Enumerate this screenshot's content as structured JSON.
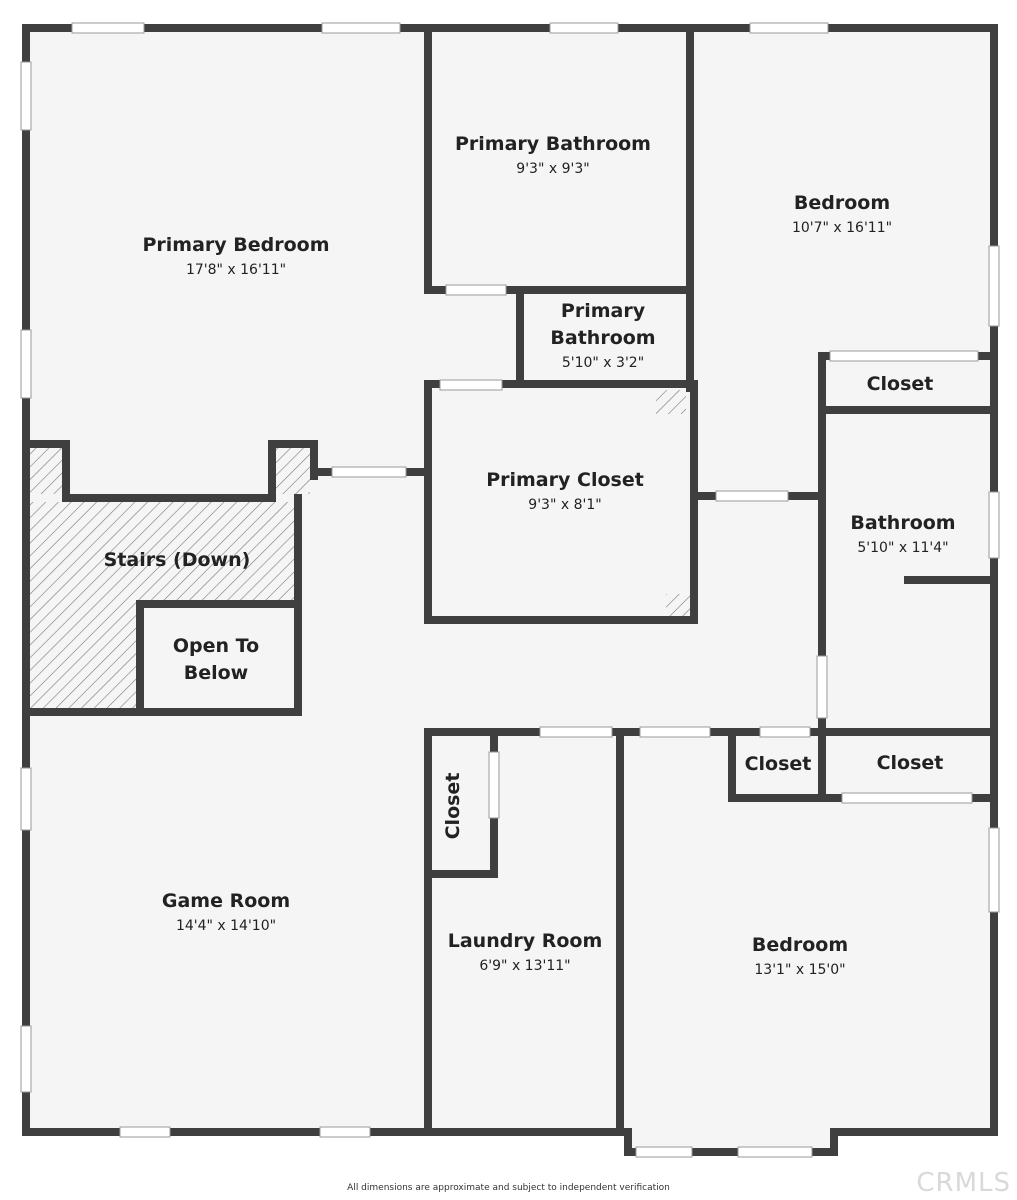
{
  "colors": {
    "wall": "#3f3f3f",
    "floor": "#f5f5f5",
    "window": "#ffffff",
    "hatch": "#6b6b6b"
  },
  "rooms": {
    "primary_bedroom": {
      "name": "Primary Bedroom",
      "dims": "17'8\" x 16'11\""
    },
    "primary_bathroom": {
      "name": "Primary Bathroom",
      "dims": "9'3\" x 9'3\""
    },
    "bedroom_ne": {
      "name": "Bedroom",
      "dims": "10'7\" x 16'11\""
    },
    "primary_bathroom_small": {
      "name_line1": "Primary",
      "name_line2": "Bathroom",
      "dims": "5'10\" x 3'2\""
    },
    "closet_east_upper": {
      "name": "Closet"
    },
    "primary_closet": {
      "name": "Primary Closet",
      "dims": "9'3\" x 8'1\""
    },
    "bathroom": {
      "name": "Bathroom",
      "dims": "5'10\" x 11'4\""
    },
    "stairs": {
      "name": "Stairs (Down)"
    },
    "open_to_below": {
      "name_line1": "Open To",
      "name_line2": "Below"
    },
    "closet_laundry": {
      "name": "Closet"
    },
    "closet_center": {
      "name": "Closet"
    },
    "closet_east_lower": {
      "name": "Closet"
    },
    "game_room": {
      "name": "Game Room",
      "dims": "14'4\" x 14'10\""
    },
    "laundry_room": {
      "name": "Laundry Room",
      "dims": "6'9\" x 13'11\""
    },
    "bedroom_se": {
      "name": "Bedroom",
      "dims": "13'1\" x 15'0\""
    }
  },
  "footer": {
    "disclaimer": "All dimensions are approximate and subject to independent verification"
  },
  "watermark": {
    "text": "CRMLS"
  }
}
